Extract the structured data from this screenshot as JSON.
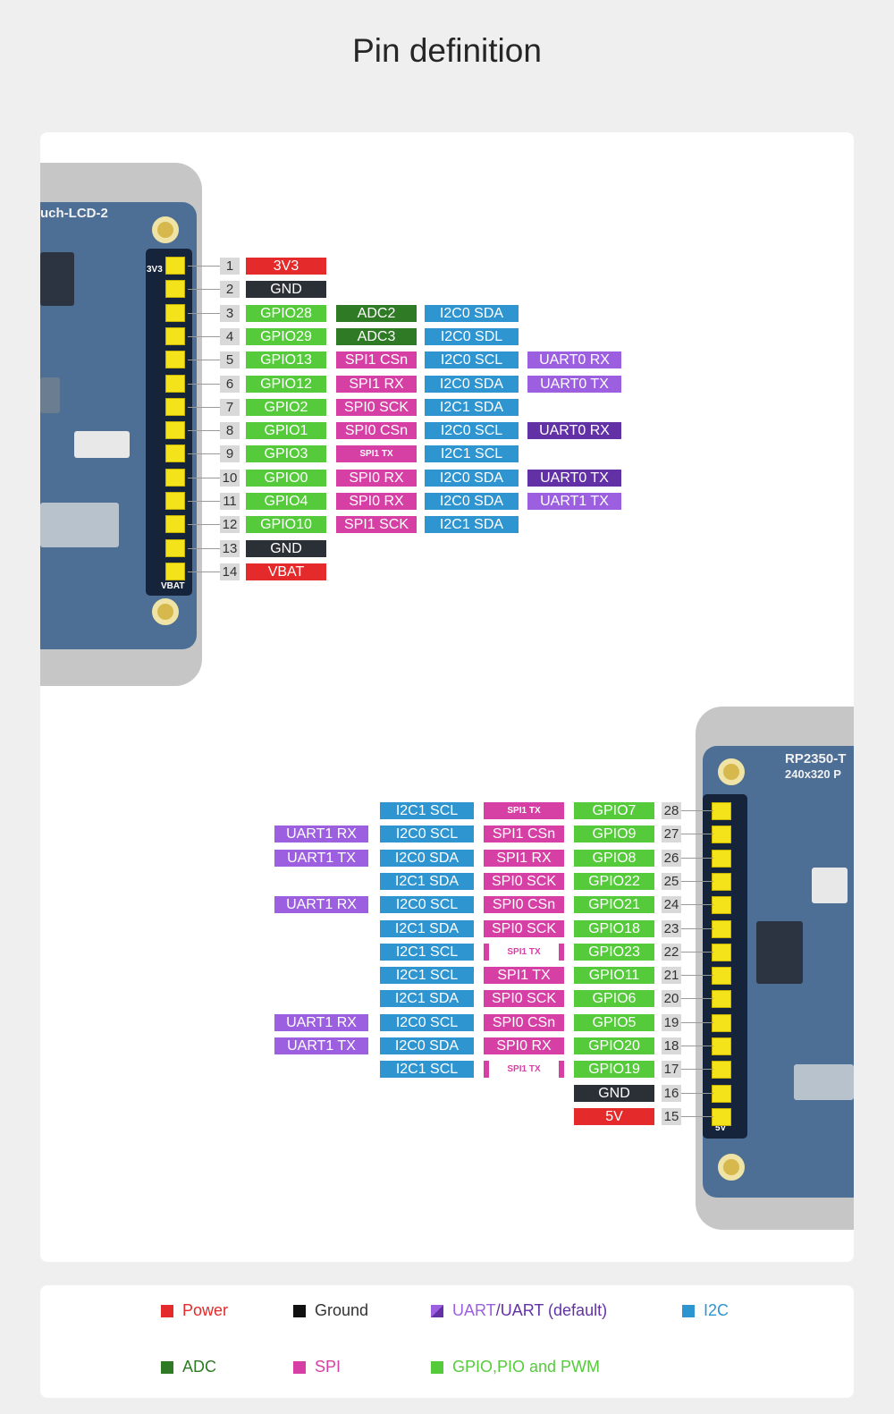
{
  "title": "Pin definition",
  "colors": {
    "power": "#e42a2a",
    "ground": "#2b2f36",
    "adc": "#2f7a24",
    "spi": "#d63fa4",
    "i2c": "#2f95d1",
    "gpio": "#55cb3b",
    "uart": "#9b5fe0",
    "uart_default": "#6231a5"
  },
  "left_board": {
    "label": "uch-LCD-2",
    "header_top_label": "3V3",
    "header_bottom_label": "VBAT",
    "pins": [
      {
        "num": "1",
        "labels": [
          {
            "text": "3V3",
            "type": "power"
          }
        ]
      },
      {
        "num": "2",
        "labels": [
          {
            "text": "GND",
            "type": "ground"
          }
        ]
      },
      {
        "num": "3",
        "labels": [
          {
            "text": "GPIO28",
            "type": "gpio"
          },
          {
            "text": "ADC2",
            "type": "adc"
          },
          {
            "text": "I2C0 SDA",
            "type": "i2c"
          }
        ]
      },
      {
        "num": "4",
        "labels": [
          {
            "text": "GPIO29",
            "type": "gpio"
          },
          {
            "text": "ADC3",
            "type": "adc"
          },
          {
            "text": "I2C0 SDL",
            "type": "i2c"
          }
        ]
      },
      {
        "num": "5",
        "labels": [
          {
            "text": "GPIO13",
            "type": "gpio"
          },
          {
            "text": "SPI1 CSn",
            "type": "spi"
          },
          {
            "text": "I2C0 SCL",
            "type": "i2c"
          },
          {
            "text": "UART0 RX",
            "type": "uart"
          }
        ]
      },
      {
        "num": "6",
        "labels": [
          {
            "text": "GPIO12",
            "type": "gpio"
          },
          {
            "text": "SPI1 RX",
            "type": "spi"
          },
          {
            "text": "I2C0 SDA",
            "type": "i2c"
          },
          {
            "text": "UART0 TX",
            "type": "uart"
          }
        ]
      },
      {
        "num": "7",
        "labels": [
          {
            "text": "GPIO2",
            "type": "gpio"
          },
          {
            "text": "SPI0 SCK",
            "type": "spi"
          },
          {
            "text": "I2C1 SDA",
            "type": "i2c"
          }
        ]
      },
      {
        "num": "8",
        "labels": [
          {
            "text": "GPIO1",
            "type": "gpio"
          },
          {
            "text": "SPI0 CSn",
            "type": "spi"
          },
          {
            "text": "I2C0 SCL",
            "type": "i2c"
          },
          {
            "text": "UART0 RX",
            "type": "uart_default"
          }
        ]
      },
      {
        "num": "9",
        "labels": [
          {
            "text": "GPIO3",
            "type": "gpio"
          },
          {
            "text": "SPI1 TX",
            "type": "spi_small"
          },
          {
            "text": "I2C1 SCL",
            "type": "i2c"
          }
        ]
      },
      {
        "num": "10",
        "labels": [
          {
            "text": "GPIO0",
            "type": "gpio"
          },
          {
            "text": "SPI0 RX",
            "type": "spi"
          },
          {
            "text": "I2C0 SDA",
            "type": "i2c"
          },
          {
            "text": "UART0 TX",
            "type": "uart_default"
          }
        ]
      },
      {
        "num": "11",
        "labels": [
          {
            "text": "GPIO4",
            "type": "gpio"
          },
          {
            "text": "SPI0 RX",
            "type": "spi"
          },
          {
            "text": "I2C0 SDA",
            "type": "i2c"
          },
          {
            "text": "UART1 TX",
            "type": "uart"
          }
        ]
      },
      {
        "num": "12",
        "labels": [
          {
            "text": "GPIO10",
            "type": "gpio"
          },
          {
            "text": "SPI1 SCK",
            "type": "spi"
          },
          {
            "text": "I2C1 SDA",
            "type": "i2c"
          }
        ]
      },
      {
        "num": "13",
        "labels": [
          {
            "text": "GND",
            "type": "ground"
          }
        ]
      },
      {
        "num": "14",
        "labels": [
          {
            "text": "VBAT",
            "type": "power"
          }
        ]
      }
    ]
  },
  "right_board": {
    "label": "RP2350-T",
    "label2": "240x320 P",
    "header_bottom_label": "5V",
    "pins": [
      {
        "num": "28",
        "labels": [
          {
            "text": "GPIO7",
            "type": "gpio"
          },
          {
            "text": "SPI1 TX",
            "type": "spi_small"
          },
          {
            "text": "I2C1 SCL",
            "type": "i2c"
          }
        ]
      },
      {
        "num": "27",
        "labels": [
          {
            "text": "GPIO9",
            "type": "gpio"
          },
          {
            "text": "SPI1 CSn",
            "type": "spi"
          },
          {
            "text": "I2C0 SCL",
            "type": "i2c"
          },
          {
            "text": "UART1 RX",
            "type": "uart"
          }
        ]
      },
      {
        "num": "26",
        "labels": [
          {
            "text": "GPIO8",
            "type": "gpio"
          },
          {
            "text": "SPI1 RX",
            "type": "spi"
          },
          {
            "text": "I2C0 SDA",
            "type": "i2c"
          },
          {
            "text": "UART1 TX",
            "type": "uart"
          }
        ]
      },
      {
        "num": "25",
        "labels": [
          {
            "text": "GPIO22",
            "type": "gpio"
          },
          {
            "text": "SPI0 SCK",
            "type": "spi"
          },
          {
            "text": "I2C1 SDA",
            "type": "i2c"
          }
        ]
      },
      {
        "num": "24",
        "labels": [
          {
            "text": "GPIO21",
            "type": "gpio"
          },
          {
            "text": "SPI0 CSn",
            "type": "spi"
          },
          {
            "text": "I2C0 SCL",
            "type": "i2c"
          },
          {
            "text": "UART1 RX",
            "type": "uart"
          }
        ]
      },
      {
        "num": "23",
        "labels": [
          {
            "text": "GPIO18",
            "type": "gpio"
          },
          {
            "text": "SPI0 SCK",
            "type": "spi"
          },
          {
            "text": "I2C1 SDA",
            "type": "i2c"
          }
        ]
      },
      {
        "num": "22",
        "labels": [
          {
            "text": "GPIO23",
            "type": "gpio"
          },
          {
            "text": "SPI1 TX",
            "type": "spi_outline"
          },
          {
            "text": "I2C1 SCL",
            "type": "i2c"
          }
        ]
      },
      {
        "num": "21",
        "labels": [
          {
            "text": "GPIO11",
            "type": "gpio"
          },
          {
            "text": "SPI1 TX",
            "type": "spi"
          },
          {
            "text": "I2C1 SCL",
            "type": "i2c"
          }
        ]
      },
      {
        "num": "20",
        "labels": [
          {
            "text": "GPIO6",
            "type": "gpio"
          },
          {
            "text": "SPI0 SCK",
            "type": "spi"
          },
          {
            "text": "I2C1 SDA",
            "type": "i2c"
          }
        ]
      },
      {
        "num": "19",
        "labels": [
          {
            "text": "GPIO5",
            "type": "gpio"
          },
          {
            "text": "SPI0 CSn",
            "type": "spi"
          },
          {
            "text": "I2C0 SCL",
            "type": "i2c"
          },
          {
            "text": "UART1 RX",
            "type": "uart"
          }
        ]
      },
      {
        "num": "18",
        "labels": [
          {
            "text": "GPIO20",
            "type": "gpio"
          },
          {
            "text": "SPI0 RX",
            "type": "spi"
          },
          {
            "text": "I2C0 SDA",
            "type": "i2c"
          },
          {
            "text": "UART1 TX",
            "type": "uart"
          }
        ]
      },
      {
        "num": "17",
        "labels": [
          {
            "text": "GPIO19",
            "type": "gpio"
          },
          {
            "text": "SPI1 TX",
            "type": "spi_outline"
          },
          {
            "text": "I2C1 SCL",
            "type": "i2c"
          }
        ]
      },
      {
        "num": "16",
        "labels": [
          {
            "text": "GND",
            "type": "ground"
          }
        ]
      },
      {
        "num": "15",
        "labels": [
          {
            "text": "5V",
            "type": "power"
          }
        ]
      }
    ]
  },
  "legend": [
    {
      "label": "Power",
      "color": "#e42a2a",
      "text_color": "#e42a2a"
    },
    {
      "label": "Ground",
      "color": "#111111",
      "text_color": "#333333"
    },
    {
      "label": "UART",
      "label_suffix": "/UART (default)",
      "color": "#9b5fe0",
      "text_color": "#9b5fe0"
    },
    {
      "label": "I2C",
      "color": "#2f95d1",
      "text_color": "#2f95d1"
    },
    {
      "label": "ADC",
      "color": "#2f7a24",
      "text_color": "#2f7a24"
    },
    {
      "label": "SPI",
      "color": "#d63fa4",
      "text_color": "#d63fa4"
    },
    {
      "label": "GPIO,PIO and PWM",
      "color": "#55cb3b",
      "text_color": "#55cb3b"
    }
  ]
}
